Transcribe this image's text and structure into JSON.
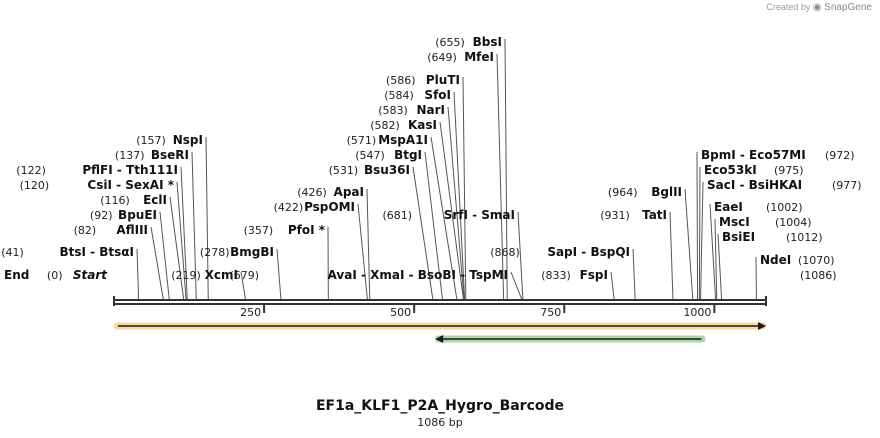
{
  "watermark": {
    "prefix": "Created by",
    "brand": "SnapGene"
  },
  "map": {
    "name": "EF1a_KLF1_P2A_Hygro_Barcode",
    "length_label": "1086 bp",
    "length": 1086,
    "ticks": [
      250,
      500,
      750,
      1000
    ],
    "ends": {
      "start": "Start",
      "end": "End"
    },
    "colors": {
      "orange": "#f5a623",
      "green": "#3fa535",
      "line": "#555555"
    }
  },
  "sites": [
    {
      "pos": 0,
      "posLabel": "(0)",
      "name": "Start",
      "end": true
    },
    {
      "pos": 41,
      "posLabel": "(41)",
      "name": "BtsI  -  BtsαI"
    },
    {
      "pos": 82,
      "posLabel": "(82)",
      "name": "AflIII"
    },
    {
      "pos": 92,
      "posLabel": "(92)",
      "name": "BpuEI"
    },
    {
      "pos": 116,
      "posLabel": "(116)",
      "name": "EclI"
    },
    {
      "pos": 120,
      "posLabel": "(120)",
      "name": "CsiI  -  SexAI *"
    },
    {
      "pos": 122,
      "posLabel": "(122)",
      "name": "PflFI  -  Tth111I"
    },
    {
      "pos": 137,
      "posLabel": "(137)",
      "name": "BseRI"
    },
    {
      "pos": 157,
      "posLabel": "(157)",
      "name": "NspI"
    },
    {
      "pos": 219,
      "posLabel": "(219)",
      "name": "XcmI"
    },
    {
      "pos": 278,
      "posLabel": "(278)",
      "name": "BmgBI"
    },
    {
      "pos": 357,
      "posLabel": "(357)",
      "name": "PfoI *"
    },
    {
      "pos": 422,
      "posLabel": "(422)",
      "name": "PspOMI"
    },
    {
      "pos": 426,
      "posLabel": "(426)",
      "name": "ApaI"
    },
    {
      "pos": 531,
      "posLabel": "(531)",
      "name": "Bsu36I"
    },
    {
      "pos": 547,
      "posLabel": "(547)",
      "name": "BtgI"
    },
    {
      "pos": 571,
      "posLabel": "(571)",
      "name": "MspA1I"
    },
    {
      "pos": 582,
      "posLabel": "(582)",
      "name": "KasI"
    },
    {
      "pos": 583,
      "posLabel": "(583)",
      "name": "NarI"
    },
    {
      "pos": 584,
      "posLabel": "(584)",
      "name": "SfoI"
    },
    {
      "pos": 586,
      "posLabel": "(586)",
      "name": "PluTI"
    },
    {
      "pos": 649,
      "posLabel": "(649)",
      "name": "MfeI"
    },
    {
      "pos": 655,
      "posLabel": "(655)",
      "name": "BbsI"
    },
    {
      "pos": 679,
      "posLabel": "(679)",
      "name": "AvaI  -  XmaI  -  BsoBI  -  TspMI"
    },
    {
      "pos": 681,
      "posLabel": "(681)",
      "name": "SrfI  -  SmaI"
    },
    {
      "pos": 833,
      "posLabel": "(833)",
      "name": "FspI"
    },
    {
      "pos": 868,
      "posLabel": "(868)",
      "name": "SapI  -  BspQI"
    },
    {
      "pos": 931,
      "posLabel": "(931)",
      "name": "TatI"
    },
    {
      "pos": 964,
      "posLabel": "(964)",
      "name": "BglII"
    },
    {
      "pos": 972,
      "posLabel": "(972)",
      "name": "BpmI  -  Eco57MI"
    },
    {
      "pos": 975,
      "posLabel": "(975)",
      "name": "Eco53kI"
    },
    {
      "pos": 977,
      "posLabel": "(977)",
      "name": "SacI  -  BsiHKAI"
    },
    {
      "pos": 1002,
      "posLabel": "(1002)",
      "name": "EaeI"
    },
    {
      "pos": 1004,
      "posLabel": "(1004)",
      "name": "MscI"
    },
    {
      "pos": 1012,
      "posLabel": "(1012)",
      "name": "BsiEI"
    },
    {
      "pos": 1070,
      "posLabel": "(1070)",
      "name": "NdeI"
    },
    {
      "pos": 1086,
      "posLabel": "(1086)",
      "name": "End",
      "end": true
    }
  ],
  "features": [
    {
      "start": 0,
      "end": 1086,
      "color": "#f5a623",
      "direction": "forward"
    },
    {
      "start": 535,
      "end": 985,
      "color": "#3fa535",
      "direction": "reverse"
    }
  ]
}
